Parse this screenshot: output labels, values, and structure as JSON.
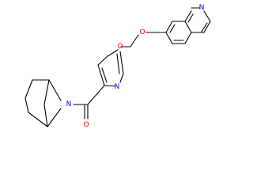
{
  "molecule": {
    "atoms": {
      "n_quinoline": {
        "symbol": "N",
        "color": "#0000ff"
      },
      "o_ether": {
        "symbol": "O",
        "color": "#ff0000"
      },
      "o_oxazole": {
        "symbol": "O",
        "color": "#ff0000"
      },
      "n_oxazole": {
        "symbol": "N",
        "color": "#0000ff"
      },
      "n_bicyclic": {
        "symbol": "N",
        "color": "#0000ff"
      },
      "o_carbonyl": {
        "symbol": "O",
        "color": "#ff0000"
      }
    }
  }
}
